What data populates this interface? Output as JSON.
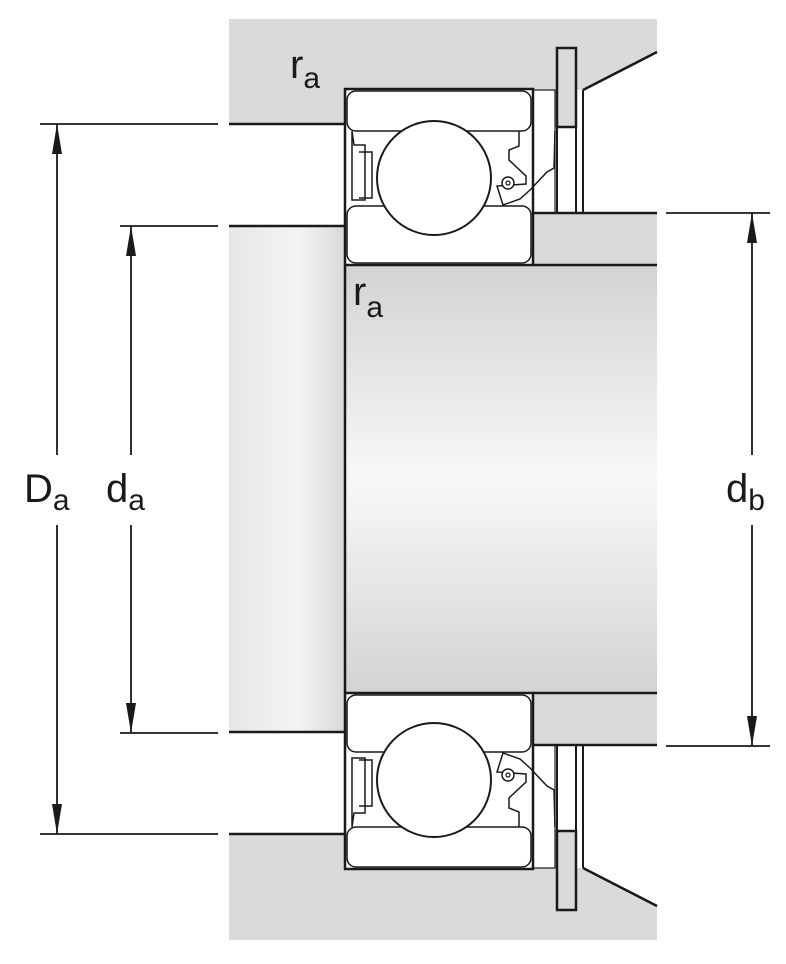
{
  "labels": {
    "ra_top": {
      "main": "r",
      "sub": "a"
    },
    "ra_inner": {
      "main": "r",
      "sub": "a"
    },
    "Da": {
      "main": "D",
      "sub": "a"
    },
    "da": {
      "main": "d",
      "sub": "a"
    },
    "db": {
      "main": "d",
      "sub": "b"
    }
  },
  "colors": {
    "housing": "#d9dadb",
    "line": "#1a1a1a",
    "shaft_edge": "#d4d5d6",
    "shaft_center": "#f7f7f7"
  }
}
